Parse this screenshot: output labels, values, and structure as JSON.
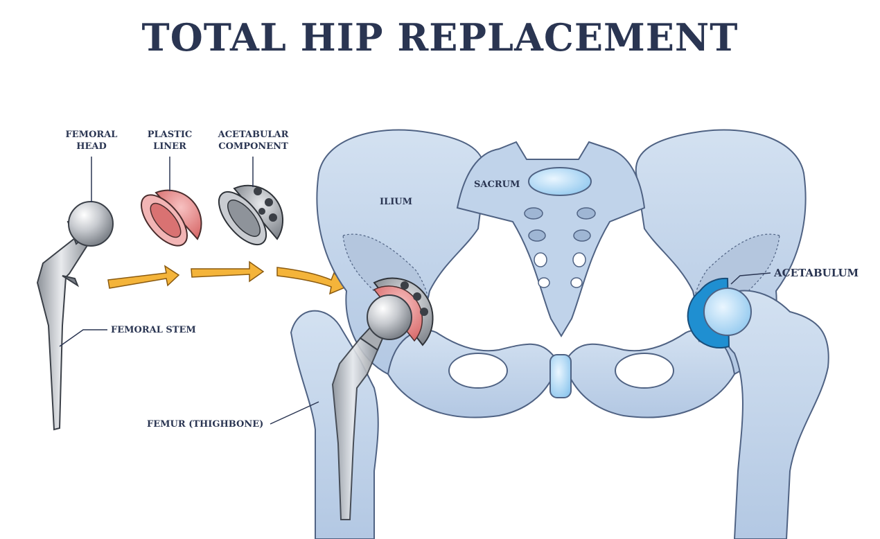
{
  "title": "TOTAL HIP REPLACEMENT",
  "labels": {
    "femoral_head": [
      "FEMORAL",
      "HEAD"
    ],
    "plastic_liner": [
      "PLASTIC",
      "LINER"
    ],
    "acetabular_component": [
      "ACETABULAR",
      "COMPONENT"
    ],
    "femoral_stem": "FEMORAL STEM",
    "femur": "FEMUR (THIGHBONE)",
    "sacrum": "SACRUM",
    "ilium": "ILIUM",
    "acetabulum": "ACETABULUM"
  },
  "colors": {
    "title": "#2a3552",
    "bone_fill": "#c8d8ec",
    "bone_stroke": "#5a6d8a",
    "metal": "#b9bcc2",
    "liner": "#e58a8a",
    "arrow": "#f4b43a",
    "cartilage": "#1f8fd1"
  }
}
